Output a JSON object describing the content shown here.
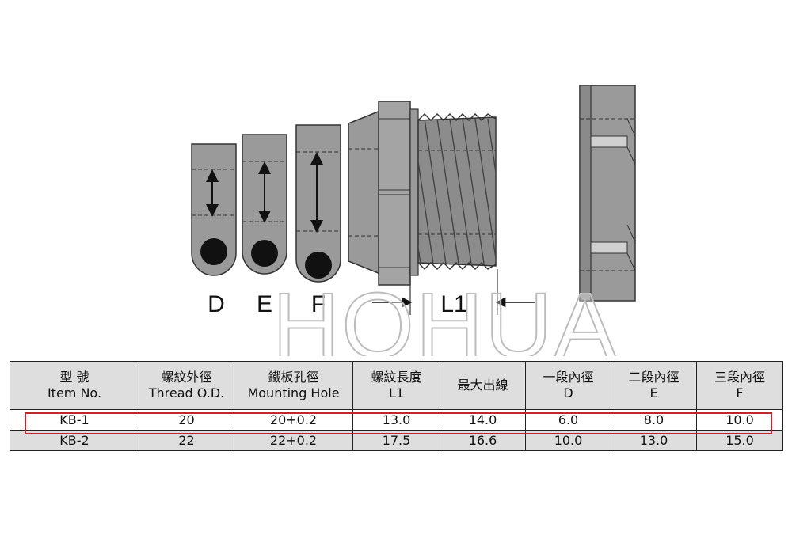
{
  "diagram": {
    "labels": {
      "d": "D",
      "e": "E",
      "f": "F",
      "l1": "L1"
    },
    "watermark": "HOHUA"
  },
  "table": {
    "headers": [
      {
        "zh": "型 號",
        "en": "Item No."
      },
      {
        "zh": "螺紋外徑",
        "en": "Thread O.D."
      },
      {
        "zh": "鐵板孔徑",
        "en": "Mounting Hole"
      },
      {
        "zh": "螺紋長度",
        "en": "L1"
      },
      {
        "zh": "最大出線",
        "en": ""
      },
      {
        "zh": "一段內徑",
        "en": "D"
      },
      {
        "zh": "二段內徑",
        "en": "E"
      },
      {
        "zh": "三段內徑",
        "en": "F"
      }
    ],
    "rows": [
      [
        "KB-1",
        "20",
        "20+0.2",
        "13.0",
        "14.0",
        "6.0",
        "8.0",
        "10.0"
      ],
      [
        "KB-2",
        "22",
        "22+0.2",
        "17.5",
        "16.6",
        "10.0",
        "13.0",
        "15.0"
      ]
    ]
  },
  "colors": {
    "part_fill": "#8e8e8e",
    "part_light": "#b2b2b2",
    "highlight": "#c0272d",
    "header_bg": "#dedede"
  }
}
